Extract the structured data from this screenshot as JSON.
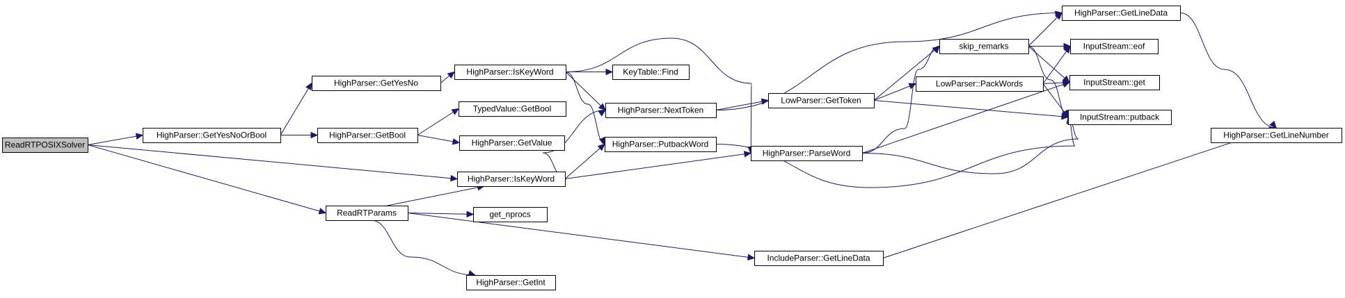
{
  "colors": {
    "node_fill": "#ffffff",
    "root_fill": "#bfbfbf",
    "node_stroke": "#000000",
    "edge": "#191970"
  },
  "nodes": [
    {
      "id": "n0",
      "label": "ReadRTPOSIXSolver",
      "root": true
    },
    {
      "id": "n1",
      "label": "HighParser::GetYesNoOrBool"
    },
    {
      "id": "n2",
      "label": "HighParser::IsKeyWord"
    },
    {
      "id": "n3",
      "label": "ReadRTParams"
    },
    {
      "id": "n4",
      "label": "HighParser::GetYesNo"
    },
    {
      "id": "n5",
      "label": "HighParser::GetBool"
    },
    {
      "id": "n6",
      "label": "HighParser::IsKeyWord"
    },
    {
      "id": "n7",
      "label": "KeyTable::Find"
    },
    {
      "id": "n8",
      "label": "TypedValue::GetBool"
    },
    {
      "id": "n9",
      "label": "HighParser::GetValue"
    },
    {
      "id": "n10",
      "label": "HighParser::NextToken"
    },
    {
      "id": "n11",
      "label": "HighParser::PutbackWord"
    },
    {
      "id": "n12",
      "label": "get_nprocs"
    },
    {
      "id": "n13",
      "label": "HighParser::GetInt"
    },
    {
      "id": "n14",
      "label": "LowParser::GetToken"
    },
    {
      "id": "n15",
      "label": "HighParser::ParseWord"
    },
    {
      "id": "n16",
      "label": "IncludeParser::GetLineData"
    },
    {
      "id": "n17",
      "label": "skip_remarks"
    },
    {
      "id": "n18",
      "label": "LowParser::PackWords"
    },
    {
      "id": "n19",
      "label": "HighParser::GetLineData"
    },
    {
      "id": "n20",
      "label": "InputStream::eof"
    },
    {
      "id": "n21",
      "label": "InputStream::get"
    },
    {
      "id": "n22",
      "label": "InputStream::putback"
    },
    {
      "id": "n23",
      "label": "HighParser::GetLineNumber"
    }
  ],
  "edges": [
    {
      "from": "n0",
      "to": "n1"
    },
    {
      "from": "n0",
      "to": "n2"
    },
    {
      "from": "n0",
      "to": "n3"
    },
    {
      "from": "n1",
      "to": "n4"
    },
    {
      "from": "n1",
      "to": "n5"
    },
    {
      "from": "n4",
      "to": "n6"
    },
    {
      "from": "n5",
      "to": "n8"
    },
    {
      "from": "n5",
      "to": "n9"
    },
    {
      "from": "n6",
      "to": "n7"
    },
    {
      "from": "n6",
      "to": "n10"
    },
    {
      "from": "n6",
      "to": "n11"
    },
    {
      "from": "n6",
      "to": "n15"
    },
    {
      "from": "n2",
      "to": "n10"
    },
    {
      "from": "n2",
      "to": "n11"
    },
    {
      "from": "n2",
      "to": "n15"
    },
    {
      "from": "n3",
      "to": "n2"
    },
    {
      "from": "n3",
      "to": "n12"
    },
    {
      "from": "n3",
      "to": "n13"
    },
    {
      "from": "n3",
      "to": "n16"
    },
    {
      "from": "n10",
      "to": "n19"
    },
    {
      "from": "n10",
      "to": "n14"
    },
    {
      "from": "n11",
      "to": "n22"
    },
    {
      "from": "n14",
      "to": "n17"
    },
    {
      "from": "n14",
      "to": "n18"
    },
    {
      "from": "n14",
      "to": "n22"
    },
    {
      "from": "n15",
      "to": "n17"
    },
    {
      "from": "n15",
      "to": "n21"
    },
    {
      "from": "n15",
      "to": "n22"
    },
    {
      "from": "n16",
      "to": "n23"
    },
    {
      "from": "n17",
      "to": "n19"
    },
    {
      "from": "n17",
      "to": "n20"
    },
    {
      "from": "n17",
      "to": "n21"
    },
    {
      "from": "n17",
      "to": "n22"
    },
    {
      "from": "n18",
      "to": "n20"
    },
    {
      "from": "n18",
      "to": "n21"
    },
    {
      "from": "n18",
      "to": "n22"
    },
    {
      "from": "n19",
      "to": "n23"
    }
  ]
}
